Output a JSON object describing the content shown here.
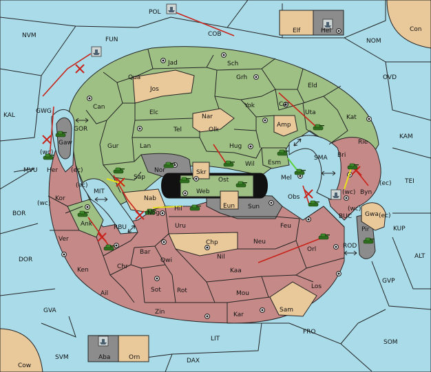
{
  "colors": {
    "sea": "#a9dbe9",
    "green_power": "#9fc085",
    "red_power": "#c58a88",
    "neutral": "#e9c89a",
    "impassable": "#8c8c8c",
    "order": "#c8231a",
    "support": "#e8e21c",
    "convoy": "#5fd03a"
  },
  "icons": {
    "army": "tank-icon",
    "fleet": "ship-icon",
    "supply_center": "supply-center-dot",
    "bidirectional": "double-arrow-icon",
    "failed_order": "x-mark-icon"
  },
  "labels": {
    "POL": "POL",
    "COB": "COB",
    "NVM": "NVM",
    "FUN": "FUN",
    "NOM": "NOM",
    "Elf": "Elf",
    "Hel": "Hel",
    "Con": "Con",
    "OVD": "OVD",
    "KAL": "KAL",
    "KAM": "KAM",
    "MVU": "MVU",
    "TEI": "TEI",
    "BOR": "BOR",
    "KUP": "KUP",
    "DOR": "DOR",
    "ALT": "ALT",
    "GVP": "GVP",
    "GVA": "GVA",
    "FRO": "FRO",
    "SOM": "SOM",
    "LIT": "LIT",
    "SVM": "SVM",
    "DAX": "DAX",
    "Cow": "Cow",
    "Aba": "Aba",
    "Orn": "Orn",
    "Jad": "Jad",
    "Sch": "Sch",
    "Qua": "Qua",
    "Jos": "Jos",
    "Grh": "Grh",
    "Eld": "Eld",
    "Can": "Can",
    "Yok": "Yok",
    "Car": "Car",
    "Uta": "Uta",
    "Elc": "Elc",
    "Nar": "Nar",
    "Kat": "Kat",
    "GWG": "GWG",
    "Tel": "Tel",
    "Olk": "Olk",
    "Amp": "Amp",
    "GOR": "GOR",
    "Gaw": "Gaw",
    "Gur": "Gur",
    "Lan": "Lan",
    "Hug": "Hug",
    "Rie": "Rie",
    "Bri": "Bri",
    "wc1": "(wc)",
    "SMA": "SMA",
    "Esm": "Esm",
    "Wil": "Wil",
    "Her": "Her",
    "ec1": "(ec)",
    "Nor": "Nor",
    "Skr": "Skr",
    "Ost": "Ost",
    "Sap": "Sap",
    "Mel": "Mel",
    "Web": "Web",
    "ec2": "(ec)",
    "wc2": "(wc)",
    "Byn": "Byn",
    "ec3": "(ec)",
    "MIT": "MIT",
    "Kor": "Kor",
    "Nab": "Nab",
    "Obs": "Obs",
    "wc3": "(wc)",
    "Eun": "Eun",
    "Sun": "Sun",
    "Hil": "Hil",
    "wc4": "(wc)",
    "Gwa": "Gwa",
    "ec4": "(ec)",
    "Ank": "Ank",
    "Nog": "Nog",
    "BUC": "BUC",
    "RBU": "RBU",
    "Uru": "Uru",
    "Feu": "Feu",
    "Pir": "Pir",
    "Ver": "Ver",
    "Chp": "Chp",
    "Neu": "Neu",
    "ROD": "ROD",
    "Bar": "Bar",
    "Qwi": "Qwi",
    "Nil": "Nil",
    "Orl": "Orl",
    "Ken": "Ken",
    "Chr": "Chr",
    "Kaa": "Kaa",
    "Ail": "Ail",
    "Sot": "Sot",
    "Rot": "Rot",
    "Mou": "Mou",
    "Los": "Los",
    "Zin": "Zin",
    "Kar": "Kar",
    "Sam": "Sam"
  }
}
